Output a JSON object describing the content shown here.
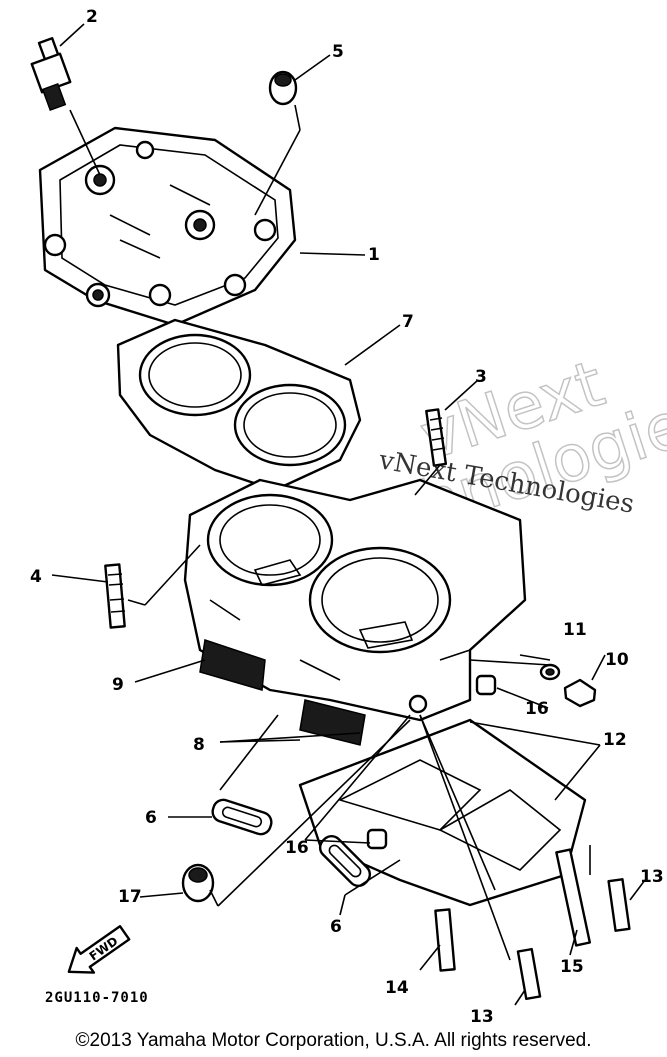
{
  "callouts": {
    "c1": "1",
    "c2": "2",
    "c3": "3",
    "c4": "4",
    "c5": "5",
    "c6a": "6",
    "c6b": "6",
    "c7": "7",
    "c8": "8",
    "c9": "9",
    "c10": "10",
    "c11": "11",
    "c12": "12",
    "c13a": "13",
    "c13b": "13",
    "c14": "14",
    "c15": "15",
    "c16a": "16",
    "c16b": "16",
    "c17": "17"
  },
  "watermark": {
    "line": "vNext Technologies",
    "big_top": "vNext",
    "big_bottom": "Technologies"
  },
  "fwd_label": "FWD",
  "diagram_code": "2GU110-7010",
  "copyright": "©2013 Yamaha Motor Corporation, U.S.A. All rights reserved."
}
